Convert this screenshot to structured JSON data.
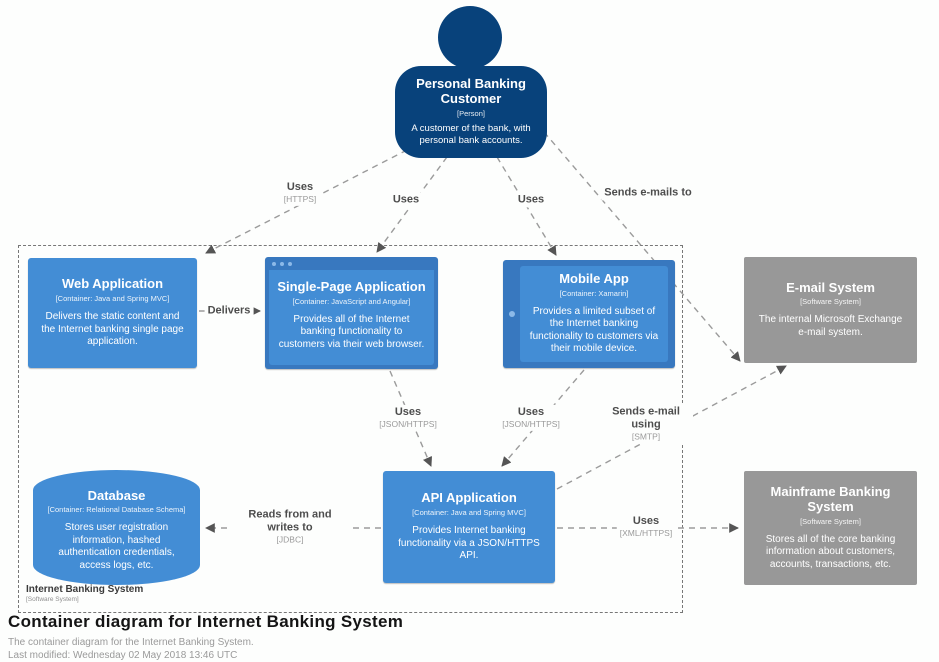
{
  "colors": {
    "person": "#08427b",
    "container": "#438dd5",
    "containerdark": "#3878bf",
    "external": "#989898",
    "edge": "#9b9b9b",
    "arrow": "#555555",
    "boundaryline": "#777777"
  },
  "nodes": {
    "customer": {
      "title": "Personal Banking Customer",
      "type": "[Person]",
      "desc": "A customer of the bank, with personal bank accounts."
    },
    "web_app": {
      "title": "Web Application",
      "type": "[Container: Java and Spring MVC]",
      "desc": "Delivers the static content and the Internet banking single page application."
    },
    "spa": {
      "title": "Single-Page Application",
      "type": "[Container: JavaScript and Angular]",
      "desc": "Provides all of the Internet banking functionality to customers via their web browser."
    },
    "mobile_app": {
      "title": "Mobile App",
      "type": "[Container: Xamarin]",
      "desc": "Provides a limited subset of the Internet banking functionality to customers via their mobile device."
    },
    "email": {
      "title": "E-mail System",
      "type": "[Software System]",
      "desc": "The internal Microsoft Exchange e-mail system."
    },
    "database": {
      "title": "Database",
      "type": "[Container: Relational Database Schema]",
      "desc": "Stores user registration information, hashed authentication credentials, access logs, etc."
    },
    "api_app": {
      "title": "API Application",
      "type": "[Container: Java and Spring MVC]",
      "desc": "Provides Internet banking functionality via a JSON/HTTPS API."
    },
    "mainframe": {
      "title": "Mainframe Banking System",
      "type": "[Software System]",
      "desc": "Stores all of the core banking information about customers, accounts, transactions, etc."
    }
  },
  "boundary": {
    "title": "Internet Banking System",
    "type": "[Software System]"
  },
  "relationships": {
    "customer_webapp": {
      "label": "Uses",
      "tech": "[HTTPS]"
    },
    "customer_spa": {
      "label": "Uses"
    },
    "customer_mobile": {
      "label": "Uses"
    },
    "customer_email": {
      "label": "Sends e-mails to"
    },
    "webapp_spa": {
      "label": "Delivers"
    },
    "spa_api": {
      "label": "Uses",
      "tech": "[JSON/HTTPS]"
    },
    "mobile_api": {
      "label": "Uses",
      "tech": "[JSON/HTTPS]"
    },
    "api_email": {
      "label": "Sends e-mail using",
      "tech": "[SMTP]"
    },
    "api_db": {
      "label": "Reads from and writes to",
      "tech": "[JDBC]"
    },
    "api_mainframe": {
      "label": "Uses",
      "tech": "[XML/HTTPS]"
    }
  },
  "footer": {
    "title": "Container diagram for Internet Banking System",
    "subtitle": "The container diagram for the Internet Banking System.",
    "last_modified": "Last modified: Wednesday 02 May 2018 13:46 UTC"
  }
}
